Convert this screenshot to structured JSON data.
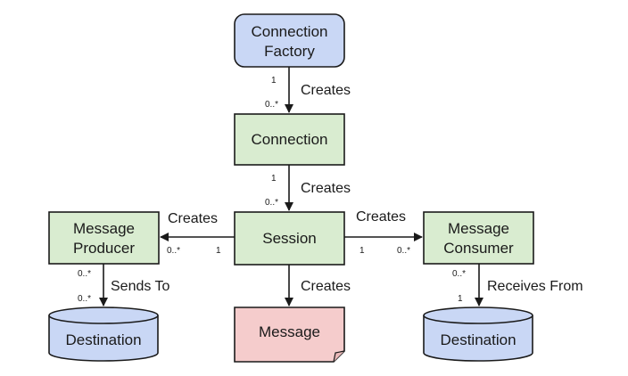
{
  "nodes": {
    "connection_factory": {
      "line1": "Connection",
      "line2": "Factory"
    },
    "connection": {
      "label": "Connection"
    },
    "session": {
      "label": "Session"
    },
    "message_producer": {
      "line1": "Message",
      "line2": "Producer"
    },
    "message_consumer": {
      "line1": "Message",
      "line2": "Consumer"
    },
    "message": {
      "label": "Message"
    },
    "destination_left": {
      "label": "Destination"
    },
    "destination_right": {
      "label": "Destination"
    }
  },
  "edges": {
    "factory_to_connection": {
      "label": "Creates",
      "source_mult": "1",
      "target_mult": "0..*"
    },
    "connection_to_session": {
      "label": "Creates",
      "source_mult": "1",
      "target_mult": "0..*"
    },
    "session_to_producer": {
      "label": "Creates",
      "source_mult": "1",
      "target_mult": "0..*"
    },
    "session_to_consumer": {
      "label": "Creates",
      "source_mult": "1",
      "target_mult": "0..*"
    },
    "session_to_message": {
      "label": "Creates"
    },
    "producer_to_destination": {
      "label": "Sends To",
      "source_mult": "0..*",
      "target_mult": "0..*"
    },
    "consumer_to_destination": {
      "label": "Receives From",
      "source_mult": "0..*",
      "target_mult": "1"
    }
  },
  "colors": {
    "factory_fill": "#c9d7f5",
    "class_fill": "#d9ecd0",
    "message_fill": "#f5cccc",
    "destination_fill": "#c9d7f5",
    "stroke": "#1a1a1a"
  }
}
